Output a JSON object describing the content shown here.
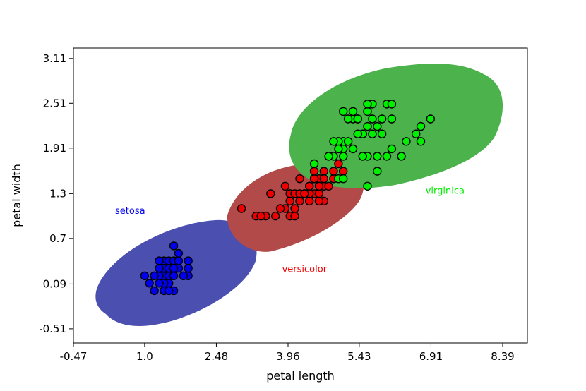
{
  "chart_data": {
    "type": "scatter",
    "title": "",
    "xlabel": "petal length",
    "ylabel": "petal width",
    "xlim": [
      -0.47,
      8.9
    ],
    "ylim": [
      -0.7,
      3.25
    ],
    "xticks": [
      -0.47,
      1.0,
      2.48,
      3.96,
      5.43,
      6.91,
      8.39
    ],
    "xtick_labels": [
      "-0.47",
      "1.0",
      "2.48",
      "3.96",
      "5.43",
      "6.91",
      "8.39"
    ],
    "yticks": [
      -0.51,
      0.09,
      0.7,
      1.3,
      1.91,
      2.51,
      3.11
    ],
    "ytick_labels": [
      "-0.51",
      "0.09",
      "0.7",
      "1.3",
      "1.91",
      "2.51",
      "3.11"
    ],
    "grid": false,
    "regions": [
      {
        "class": "setosa",
        "color": "#4a4fb0"
      },
      {
        "class": "versicolor",
        "color": "#b34a4a"
      },
      {
        "class": "virginica",
        "color": "#4cb24c"
      }
    ],
    "region_labels": [
      {
        "text": "setosa",
        "x": 0.7,
        "y": 1.03,
        "color": "#0000ee"
      },
      {
        "text": "versicolor",
        "x": 4.3,
        "y": 0.25,
        "color": "#ee0000"
      },
      {
        "text": "virginica",
        "x": 7.2,
        "y": 1.3,
        "color": "#00ee00"
      }
    ],
    "series": [
      {
        "name": "setosa",
        "color": "#0000ee",
        "points": [
          [
            1.4,
            0.2
          ],
          [
            1.3,
            0.2
          ],
          [
            1.5,
            0.2
          ],
          [
            1.4,
            0.4
          ],
          [
            1.4,
            0.3
          ],
          [
            1.5,
            0.1
          ],
          [
            1.6,
            0.2
          ],
          [
            1.1,
            0.1
          ],
          [
            1.2,
            0.2
          ],
          [
            1.5,
            0.4
          ],
          [
            1.3,
            0.4
          ],
          [
            1.7,
            0.3
          ],
          [
            1.0,
            0.2
          ],
          [
            1.7,
            0.5
          ],
          [
            1.9,
            0.2
          ],
          [
            1.6,
            0.4
          ],
          [
            1.5,
            0.3
          ],
          [
            1.6,
            0.6
          ],
          [
            1.9,
            0.4
          ],
          [
            1.4,
            0.1
          ],
          [
            1.3,
            0.3
          ],
          [
            1.2,
            0.0
          ],
          [
            1.4,
            0.0
          ],
          [
            1.6,
            0.0
          ],
          [
            1.8,
            0.2
          ],
          [
            1.7,
            0.4
          ],
          [
            1.9,
            0.3
          ],
          [
            1.5,
            0.0
          ],
          [
            1.3,
            0.1
          ],
          [
            1.6,
            0.3
          ]
        ]
      },
      {
        "name": "versicolor",
        "color": "#ee0000",
        "points": [
          [
            4.7,
            1.4
          ],
          [
            4.5,
            1.5
          ],
          [
            4.9,
            1.5
          ],
          [
            4.0,
            1.3
          ],
          [
            4.6,
            1.5
          ],
          [
            4.5,
            1.3
          ],
          [
            4.7,
            1.6
          ],
          [
            3.3,
            1.0
          ],
          [
            4.6,
            1.3
          ],
          [
            3.9,
            1.4
          ],
          [
            3.5,
            1.0
          ],
          [
            4.2,
            1.5
          ],
          [
            4.0,
            1.0
          ],
          [
            4.7,
            1.4
          ],
          [
            3.6,
            1.3
          ],
          [
            4.4,
            1.4
          ],
          [
            4.5,
            1.5
          ],
          [
            4.1,
            1.0
          ],
          [
            4.5,
            1.5
          ],
          [
            3.9,
            1.1
          ],
          [
            4.8,
            1.8
          ],
          [
            4.0,
            1.3
          ],
          [
            4.9,
            1.5
          ],
          [
            4.7,
            1.2
          ],
          [
            4.3,
            1.3
          ],
          [
            4.4,
            1.4
          ],
          [
            4.8,
            1.4
          ],
          [
            5.0,
            1.7
          ],
          [
            4.5,
            1.5
          ],
          [
            3.8,
            1.1
          ],
          [
            3.7,
            1.0
          ],
          [
            5.1,
            1.6
          ],
          [
            4.5,
            1.6
          ],
          [
            4.7,
            1.5
          ],
          [
            4.4,
            1.3
          ],
          [
            4.1,
            1.3
          ],
          [
            4.0,
            1.2
          ],
          [
            4.4,
            1.2
          ],
          [
            4.6,
            1.4
          ],
          [
            3.0,
            1.1
          ],
          [
            4.2,
            1.3
          ],
          [
            4.2,
            1.2
          ],
          [
            4.3,
            1.3
          ],
          [
            4.1,
            1.1
          ],
          [
            3.4,
            1.0
          ],
          [
            4.9,
            1.6
          ],
          [
            4.6,
            1.2
          ]
        ]
      },
      {
        "name": "virginica",
        "color": "#00ee00",
        "points": [
          [
            6.0,
            2.5
          ],
          [
            5.1,
            1.9
          ],
          [
            5.9,
            2.1
          ],
          [
            5.6,
            1.8
          ],
          [
            5.8,
            2.2
          ],
          [
            6.6,
            2.1
          ],
          [
            4.5,
            1.7
          ],
          [
            6.3,
            1.8
          ],
          [
            5.8,
            1.8
          ],
          [
            6.1,
            2.5
          ],
          [
            5.1,
            2.0
          ],
          [
            5.3,
            1.9
          ],
          [
            5.5,
            2.1
          ],
          [
            5.0,
            2.0
          ],
          [
            5.1,
            2.4
          ],
          [
            5.3,
            2.3
          ],
          [
            5.5,
            1.8
          ],
          [
            6.7,
            2.2
          ],
          [
            6.9,
            2.3
          ],
          [
            5.0,
            1.5
          ],
          [
            5.7,
            2.3
          ],
          [
            4.9,
            2.0
          ],
          [
            6.7,
            2.0
          ],
          [
            4.9,
            1.8
          ],
          [
            5.7,
            2.1
          ],
          [
            6.0,
            1.8
          ],
          [
            4.8,
            1.8
          ],
          [
            5.8,
            1.6
          ],
          [
            6.1,
            1.9
          ],
          [
            6.4,
            2.0
          ],
          [
            5.6,
            2.2
          ],
          [
            5.1,
            1.5
          ],
          [
            5.6,
            1.4
          ],
          [
            6.1,
            2.3
          ],
          [
            5.6,
            2.4
          ],
          [
            5.5,
            1.8
          ],
          [
            5.4,
            2.1
          ],
          [
            5.4,
            2.3
          ],
          [
            5.9,
            2.3
          ],
          [
            5.7,
            2.5
          ],
          [
            5.2,
            2.3
          ],
          [
            5.0,
            1.9
          ],
          [
            5.2,
            2.0
          ],
          [
            5.4,
            2.3
          ],
          [
            5.1,
            1.8
          ],
          [
            5.6,
            2.5
          ],
          [
            5.3,
            2.4
          ]
        ]
      }
    ]
  }
}
